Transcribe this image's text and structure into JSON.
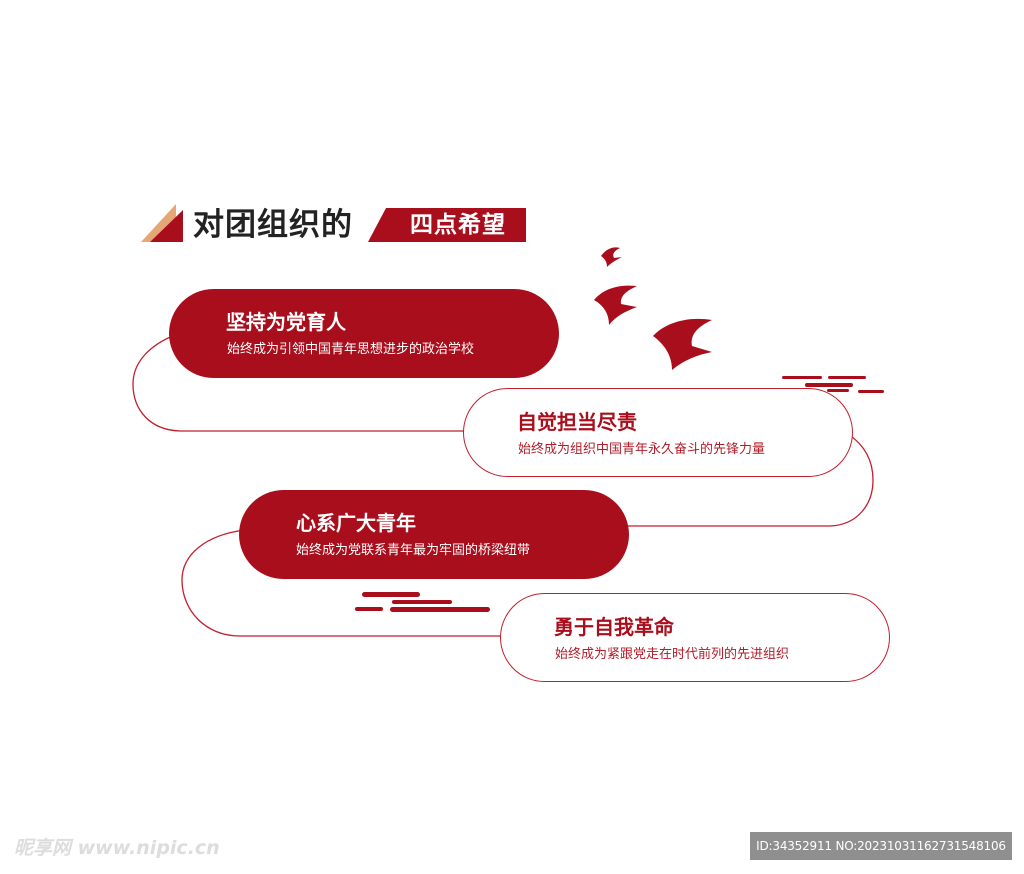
{
  "header": {
    "title": "对团组织的",
    "badge": "四点希望"
  },
  "items": [
    {
      "heading": "坚持为党育人",
      "desc": "始终成为引领中国青年思想进步的政治学校",
      "style": "filled"
    },
    {
      "heading": "自觉担当尽责",
      "desc": "始终成为组织中国青年永久奋斗的先锋力量",
      "style": "outline"
    },
    {
      "heading": "心系广大青年",
      "desc": "始终成为党联系青年最为牢固的桥梁纽带",
      "style": "filled"
    },
    {
      "heading": "勇于自我革命",
      "desc": "始终成为紧跟党走在时代前列的先进组织",
      "style": "outline"
    }
  ],
  "watermark": {
    "left": "昵享网 www.nipic.cn",
    "right": "ID:34352911 NO:20231031162731548106"
  },
  "colors": {
    "primary_red": "#a90e1c",
    "accent_tan": "#e6a777",
    "text_dark": "#222222"
  },
  "icons": [
    "title-corner-icon",
    "flying-swallow-icon",
    "cloud-line-icon"
  ]
}
